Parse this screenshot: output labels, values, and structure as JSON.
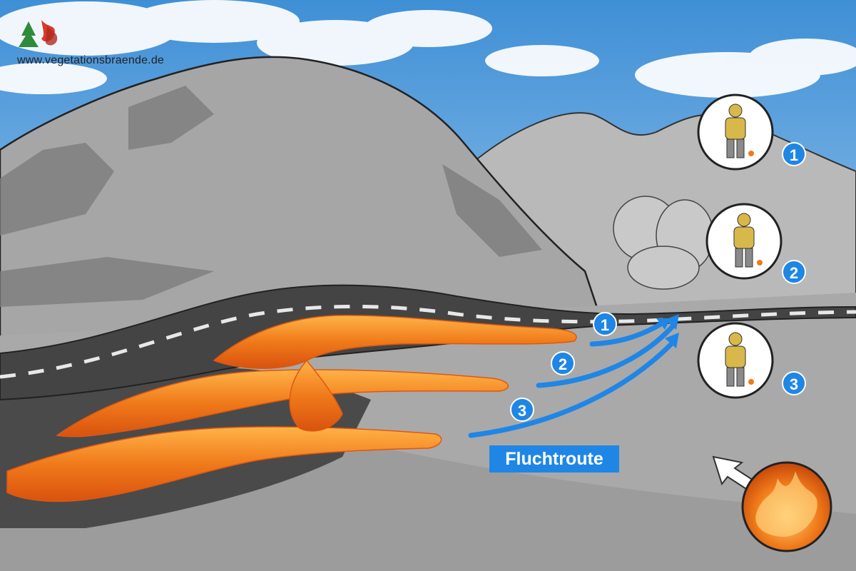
{
  "logo": {
    "url_text": "www.vegetationsbraende.de",
    "icon": "tree-flame-logo-icon"
  },
  "escape_route": {
    "label": "Fluchtroute",
    "color": "#1f86e6"
  },
  "route_markers": [
    "1",
    "2",
    "3"
  ],
  "firefighter_steps": [
    {
      "number": "1",
      "icon": "firefighter-drip-torch-icon"
    },
    {
      "number": "2",
      "icon": "firefighter-drip-torch-icon"
    },
    {
      "number": "3",
      "icon": "firefighter-drip-torch-icon"
    }
  ],
  "wildfire_inset": {
    "icon": "wildfire-icon",
    "arrow_icon": "pointer-arrow-icon"
  },
  "colors": {
    "fire": "#f07a1a",
    "route": "#1f86e6",
    "sky": "#8fc3ea",
    "terrain": "#a9a9a9"
  }
}
